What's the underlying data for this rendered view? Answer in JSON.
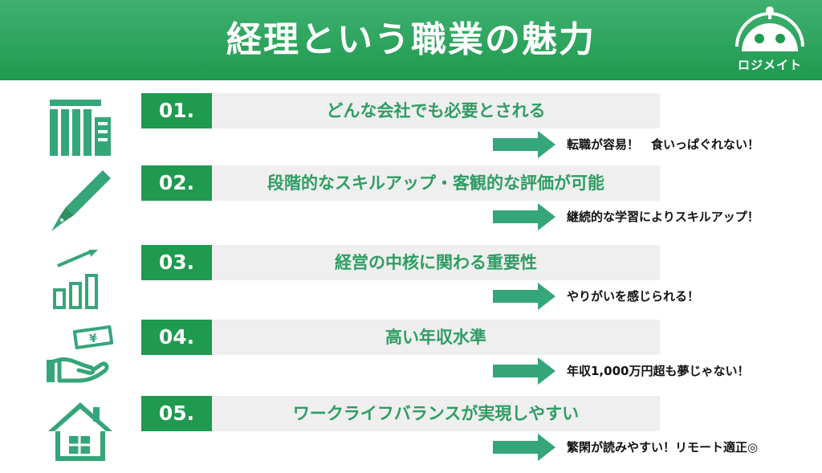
{
  "header": {
    "title": "経理という職業の魅力",
    "logo_text": "ロジメイト"
  },
  "colors": {
    "header_green": "#1f9a4f",
    "accent_green": "#2e9d63",
    "arrow_green": "#35a57a",
    "title_bg": "#efefef"
  },
  "items": [
    {
      "number": "01.",
      "title": "どんな会社でも必要とされる",
      "result": "転職が容易！　食いっぱぐれない！",
      "icon": "building-icon"
    },
    {
      "number": "02.",
      "title": "段階的なスキルアップ・客観的な評価が可能",
      "result": "継続的な学習によりスキルアップ！",
      "icon": "fountain-pen-icon"
    },
    {
      "number": "03.",
      "title": "経営の中核に関わる重要性",
      "result": "やりがいを感じられる！",
      "icon": "growth-chart-icon"
    },
    {
      "number": "04.",
      "title": "高い年収水準",
      "result": "年収1,000万円超も夢じゃない！",
      "icon": "money-hand-icon"
    },
    {
      "number": "05.",
      "title": "ワークライフバランスが実現しやすい",
      "result": "繁閑が読みやすい！リモート適正◎",
      "icon": "house-icon"
    }
  ],
  "icon_symbols": {
    "yen": "¥"
  }
}
